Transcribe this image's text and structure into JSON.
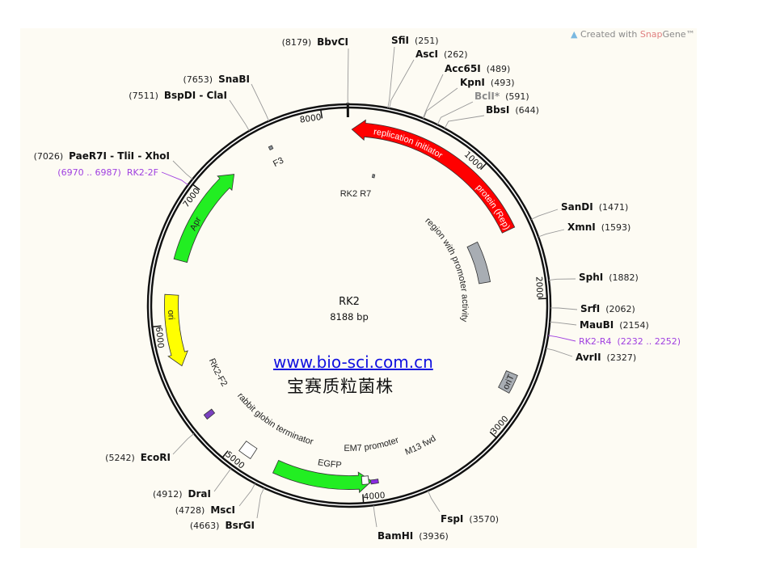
{
  "watermark": {
    "prefix": "Created with ",
    "brand_snap": "Snap",
    "brand_gene": "Gene",
    "tm": "™"
  },
  "plasmid": {
    "name": "RK2",
    "size_label": "8188 bp",
    "length": 8188
  },
  "website": "www.bio-sci.com.cn",
  "company": "宝赛质粒菌株",
  "ticks": [
    {
      "bp": 1000,
      "label": "1000"
    },
    {
      "bp": 2000,
      "label": "2000"
    },
    {
      "bp": 3000,
      "label": "3000"
    },
    {
      "bp": 4000,
      "label": "4000"
    },
    {
      "bp": 5000,
      "label": "5000"
    },
    {
      "bp": 6000,
      "label": "6000"
    },
    {
      "bp": 7000,
      "label": "7000"
    },
    {
      "bp": 8000,
      "label": "8000"
    }
  ],
  "sites": [
    {
      "name": "BbvCI",
      "position": "(8179)",
      "bp": 8179
    },
    {
      "name": "SfiI",
      "position": "(251)",
      "bp": 251
    },
    {
      "name": "AscI",
      "position": "(262)",
      "bp": 262
    },
    {
      "name": "Acc65I",
      "position": "(489)",
      "bp": 489
    },
    {
      "name": "KpnI",
      "position": "(493)",
      "bp": 493
    },
    {
      "name": "BclI*",
      "position": "(591)",
      "bp": 591,
      "blocked": true
    },
    {
      "name": "BbsI",
      "position": "(644)",
      "bp": 644
    },
    {
      "name": "SanDI",
      "position": "(1471)",
      "bp": 1471
    },
    {
      "name": "XmnI",
      "position": "(1593)",
      "bp": 1593
    },
    {
      "name": "SphI",
      "position": "(1882)",
      "bp": 1882
    },
    {
      "name": "SrfI",
      "position": "(2062)",
      "bp": 2062
    },
    {
      "name": "MauBI",
      "position": "(2154)",
      "bp": 2154
    },
    {
      "name": "AvrII",
      "position": "(2327)",
      "bp": 2327
    },
    {
      "name": "FspI",
      "position": "(3570)",
      "bp": 3570
    },
    {
      "name": "BamHI",
      "position": "(3936)",
      "bp": 3936
    },
    {
      "name": "BsrGI",
      "position": "(4663)",
      "bp": 4663
    },
    {
      "name": "MscI",
      "position": "(4728)",
      "bp": 4728
    },
    {
      "name": "DraI",
      "position": "(4912)",
      "bp": 4912
    },
    {
      "name": "EcoRI",
      "position": "(5242)",
      "bp": 5242
    },
    {
      "name": "PaeR7I - TliI - XhoI",
      "position": "(7026)",
      "bp": 7026
    },
    {
      "name": "BspDI - ClaI",
      "position": "(7511)",
      "bp": 7511
    },
    {
      "name": "SnaBI",
      "position": "(7653)",
      "bp": 7653
    }
  ],
  "primers": [
    {
      "name": "RK2-2F",
      "range": "(6970 .. 6987)",
      "bp": 6978
    },
    {
      "name": "RK2-R4",
      "range": "(2232 .. 2252)",
      "bp": 2242
    }
  ],
  "features": [
    {
      "label": "replication initiator protein (Rep)",
      "start": 20,
      "end": 1470,
      "direction": -1,
      "kind": "arrow",
      "color": "#ff0000"
    },
    {
      "label": "Apr",
      "start": 6480,
      "end": 7250,
      "direction": 1,
      "kind": "arrow",
      "color": "#22ee22"
    },
    {
      "label": "ori",
      "start": 5690,
      "end": 6220,
      "direction": -1,
      "kind": "arrow",
      "color": "#ffff00"
    },
    {
      "label": "EGFP",
      "start": 3928,
      "end": 4652,
      "direction": -1,
      "kind": "arrow",
      "color": "#22ee22"
    },
    {
      "label": "region with promoter activity",
      "start": 1447,
      "end": 1829,
      "kind": "box",
      "color": "#a8adb3"
    },
    {
      "label": "oriT",
      "start": 2560,
      "end": 2700,
      "kind": "box",
      "color": "#a8adb3"
    },
    {
      "label": "F3",
      "start": 7575,
      "end": 7600,
      "kind": "box",
      "color": "#8d9399"
    },
    {
      "label": "RK2 R7",
      "start": 232,
      "end": 252,
      "kind": "box",
      "color": "#8d9399"
    },
    {
      "label": "M13 fwd",
      "start": 3880,
      "end": 3935,
      "kind": "box",
      "color": "#8a2be2"
    },
    {
      "label": "EM7 promoter",
      "start": 3950,
      "end": 4000,
      "kind": "box",
      "color": "#ffffff"
    },
    {
      "label": "rabbit globin terminator",
      "start": 4840,
      "end": 4940,
      "kind": "box",
      "color": "#ffffff"
    },
    {
      "label": "RK2-F2",
      "start": 5262,
      "end": 5300,
      "kind": "box",
      "color": "#7a40c0"
    }
  ]
}
